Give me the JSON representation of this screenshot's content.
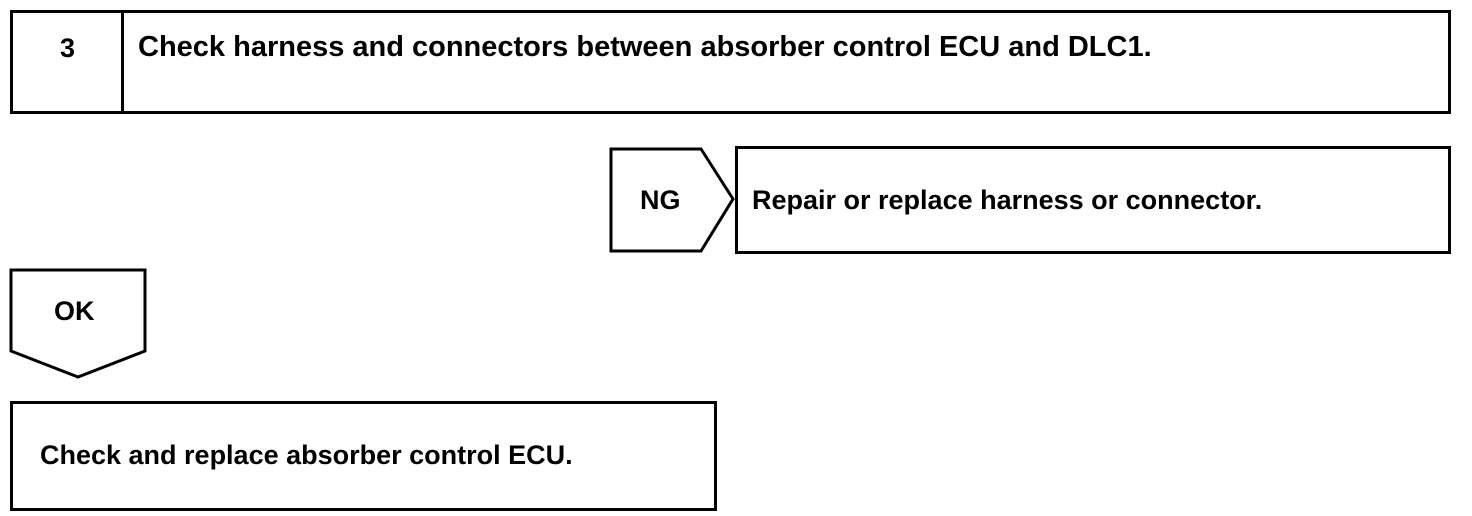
{
  "step": {
    "number": "3",
    "title": "Check harness and connectors between absorber control ECU and DLC1."
  },
  "ng_branch": {
    "label": "NG",
    "action": "Repair or replace harness or connector."
  },
  "ok_branch": {
    "label": "OK",
    "action": "Check and replace absorber control ECU."
  }
}
